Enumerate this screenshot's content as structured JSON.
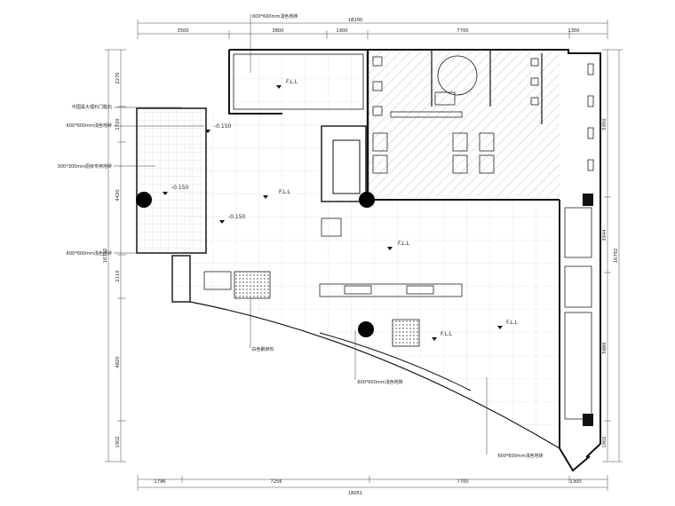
{
  "dimensions": {
    "top_total": "18200",
    "top_segments": [
      "3500",
      "3800",
      "1900",
      "7700",
      "1300"
    ],
    "bottom_total": "18051",
    "bottom_segments": [
      "1796",
      "7256",
      "7700",
      "1300"
    ],
    "left_total": "16792",
    "left_segments": [
      "2270",
      "1720",
      "4420",
      "2110",
      "4820",
      "1902"
    ],
    "right_total": "16792",
    "right_segments": [
      "5950",
      "3944",
      "5886",
      "1902"
    ]
  },
  "annotations": {
    "top_floor": "600*600mm浅色地砖",
    "door_stone": "中国黑大理石门槛石",
    "floor_tile_left": "600*600mm浅色地砖",
    "kitchen_tile": "300*300mm厨房专用地砖",
    "floor_tile_left_lower": "600*600mm浅色地砖",
    "cobblestone": "白色鹅卵石",
    "floor_tile_bottom": "600*600mm浅色地砖",
    "floor_tile_bottom_right": "600*600mm浅色地砖"
  },
  "levels": {
    "fll": "F.L.L",
    "minus150": "-0.150"
  }
}
